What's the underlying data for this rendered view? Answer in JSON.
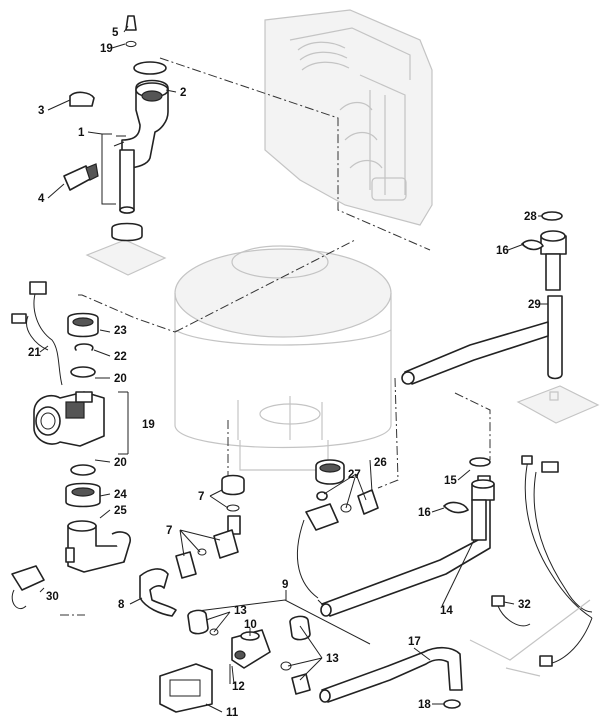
{
  "callouts": [
    {
      "id": "c1",
      "label": "1"
    },
    {
      "id": "c2",
      "label": "2"
    },
    {
      "id": "c3",
      "label": "3"
    },
    {
      "id": "c4",
      "label": "4"
    },
    {
      "id": "c5",
      "label": "5"
    },
    {
      "id": "c7a",
      "label": "7"
    },
    {
      "id": "c7b",
      "label": "7"
    },
    {
      "id": "c8",
      "label": "8"
    },
    {
      "id": "c9",
      "label": "9"
    },
    {
      "id": "c10",
      "label": "10"
    },
    {
      "id": "c11",
      "label": "11"
    },
    {
      "id": "c12",
      "label": "12"
    },
    {
      "id": "c13a",
      "label": "13"
    },
    {
      "id": "c13b",
      "label": "13"
    },
    {
      "id": "c14",
      "label": "14"
    },
    {
      "id": "c15",
      "label": "15"
    },
    {
      "id": "c16a",
      "label": "16"
    },
    {
      "id": "c16b",
      "label": "16"
    },
    {
      "id": "c17",
      "label": "17"
    },
    {
      "id": "c18",
      "label": "18"
    },
    {
      "id": "c19a",
      "label": "19"
    },
    {
      "id": "c19b",
      "label": "19"
    },
    {
      "id": "c20a",
      "label": "20"
    },
    {
      "id": "c20b",
      "label": "20"
    },
    {
      "id": "c21",
      "label": "21"
    },
    {
      "id": "c22",
      "label": "22"
    },
    {
      "id": "c23",
      "label": "23"
    },
    {
      "id": "c24",
      "label": "24"
    },
    {
      "id": "c25",
      "label": "25"
    },
    {
      "id": "c26",
      "label": "26"
    },
    {
      "id": "c27",
      "label": "27"
    },
    {
      "id": "c28",
      "label": "28"
    },
    {
      "id": "c29",
      "label": "29"
    },
    {
      "id": "c30",
      "label": "30"
    },
    {
      "id": "c32",
      "label": "32"
    }
  ]
}
